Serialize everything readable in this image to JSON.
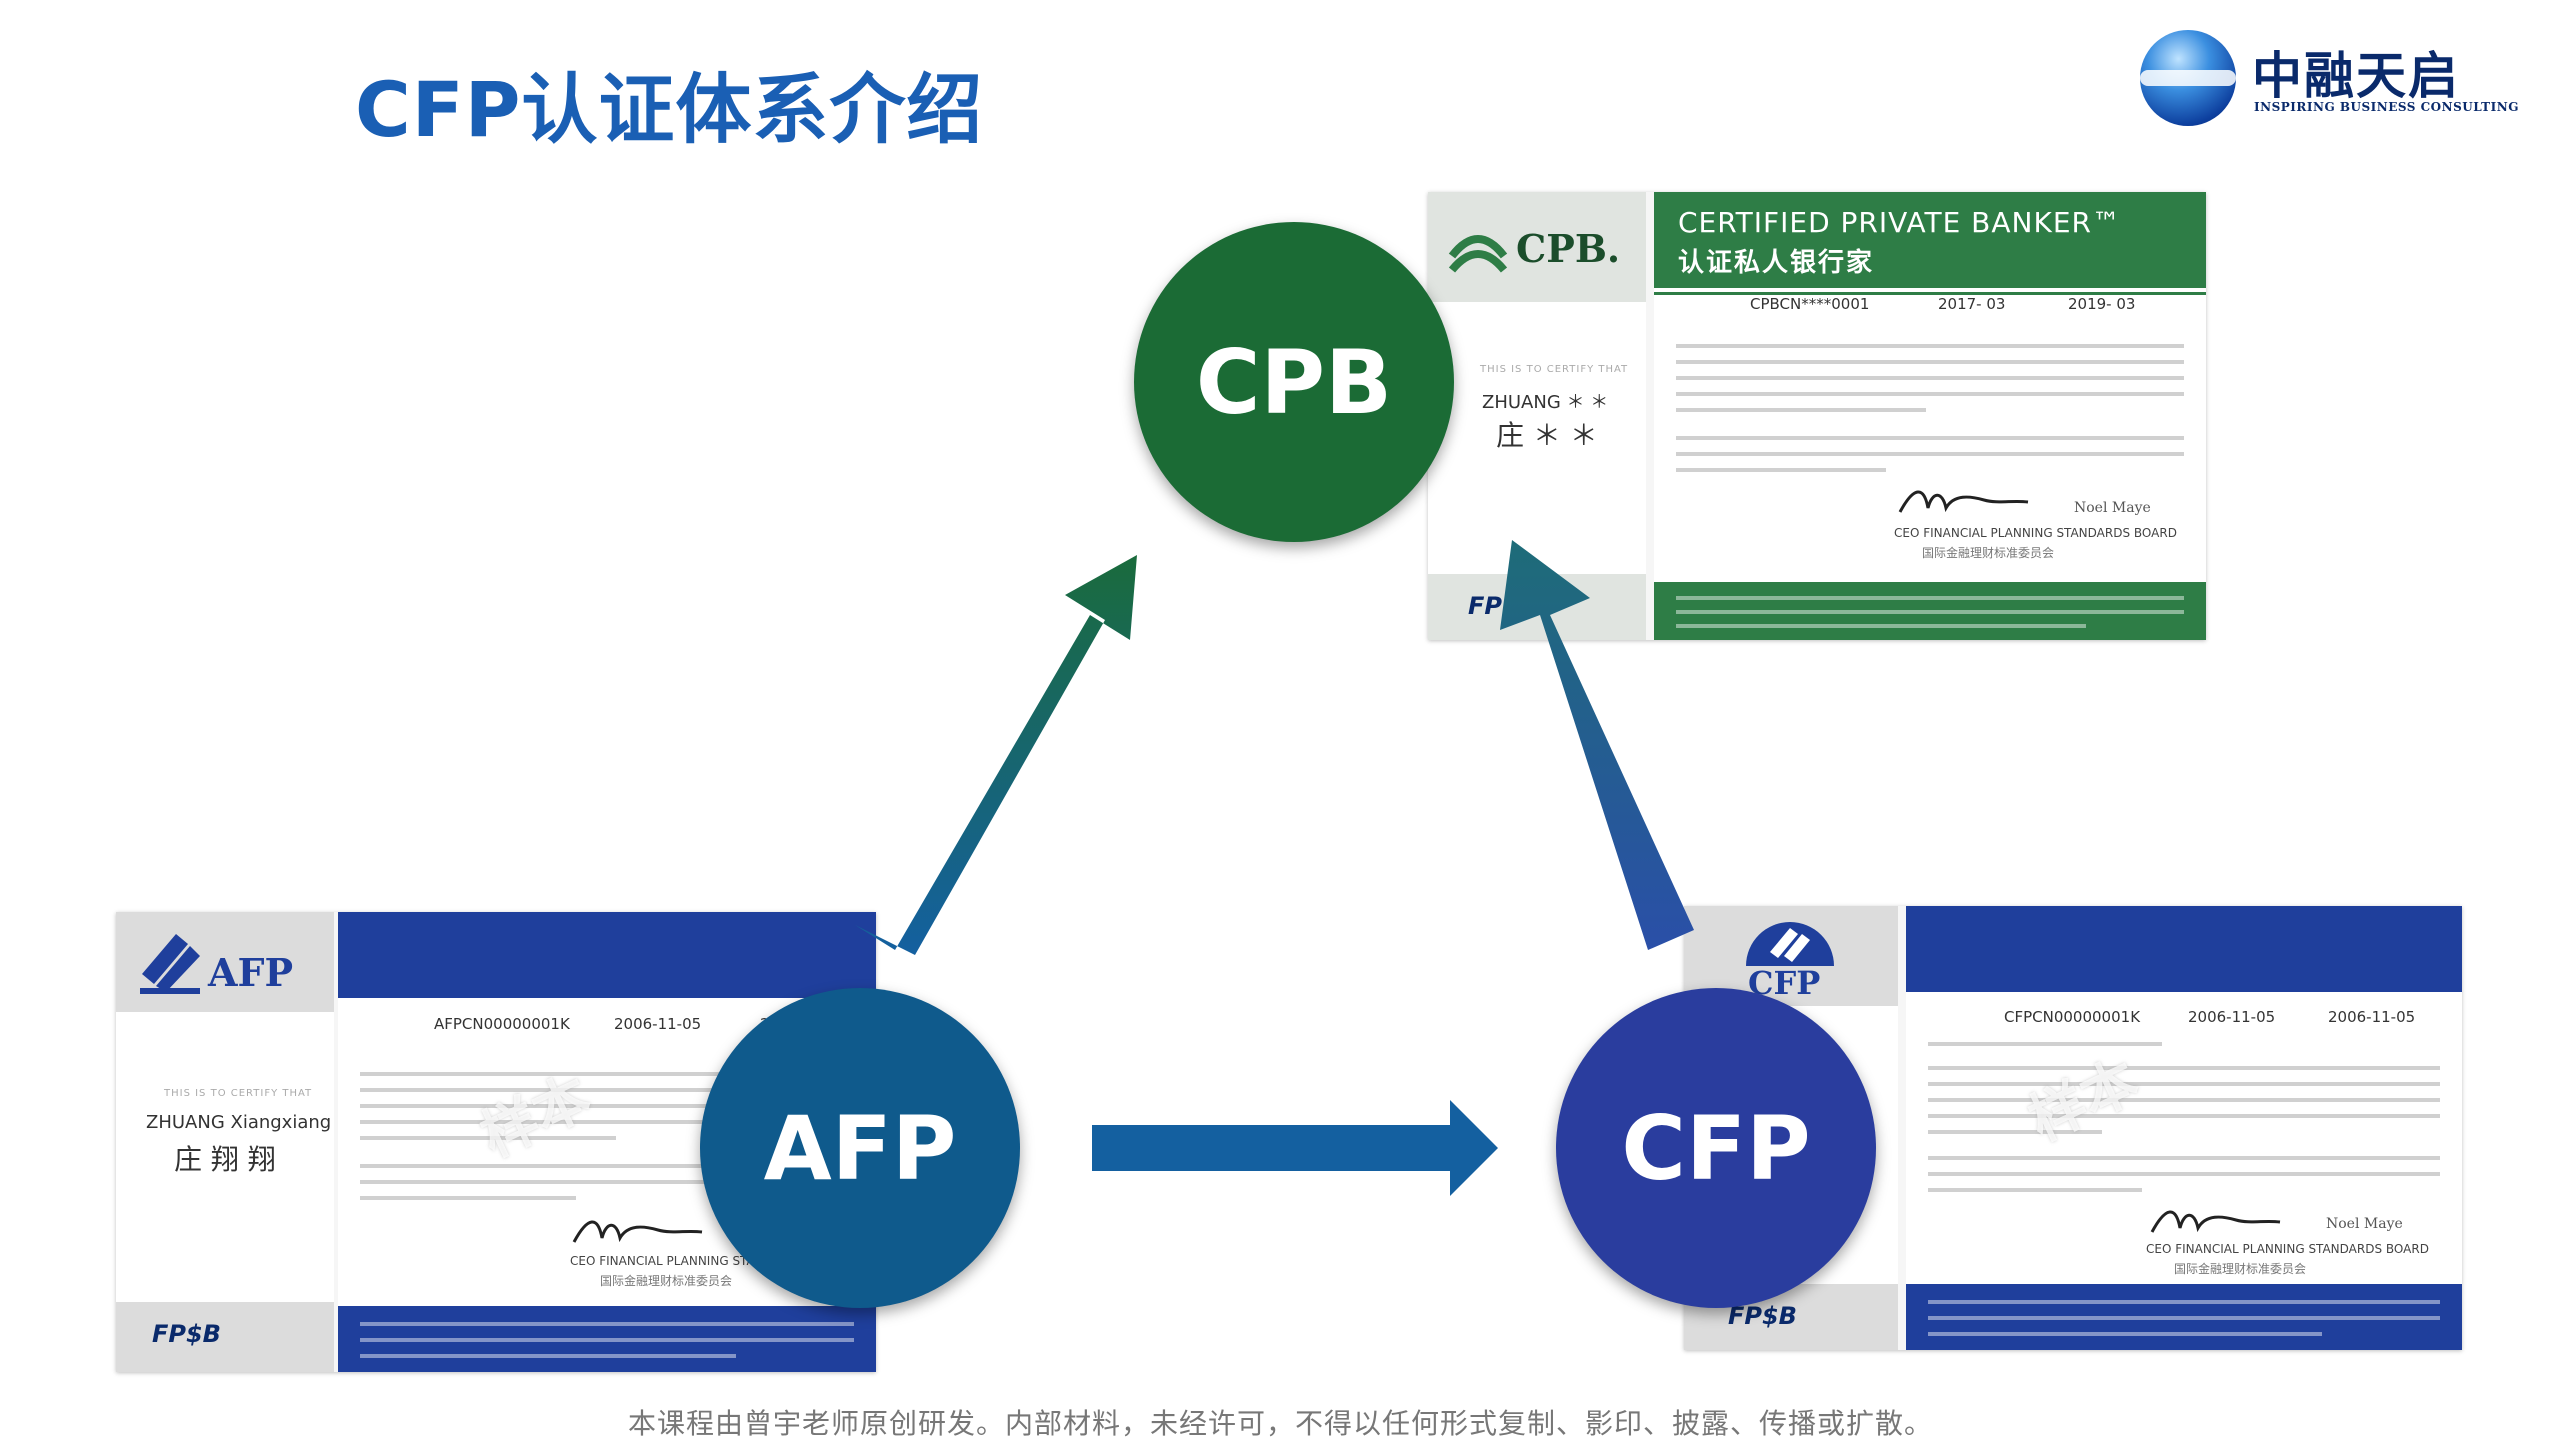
{
  "title": "CFP认证体系介绍",
  "logo": {
    "cn": "中融天启",
    "en": "INSPIRING BUSINESS CONSULTING"
  },
  "nodes": {
    "cpb": "CPB",
    "afp": "AFP",
    "cfp": "CFP"
  },
  "colors": {
    "cpb": "#1b6b35",
    "afp": "#0f5a8c",
    "cfp": "#2a3d9e",
    "title": "#1a5fb4",
    "cpb_cert": "#2e7d46",
    "afp_cert": "#1f3f9c"
  },
  "cpb_cert": {
    "brand": "CPB.",
    "title": "CERTIFIED PRIVATE BANKER™",
    "subtitle": "认证私人银行家",
    "number": "CPBCN****0001",
    "date1": "2017- 03",
    "date2": "2019- 03",
    "name_en": "ZHUANG ＊ ＊",
    "name_cn": "庄 ＊ ＊",
    "certify_line": "THIS IS TO CERTIFY THAT",
    "signer": "Noel Maye",
    "board": "CEO  FINANCIAL PLANNING STANDARDS BOARD",
    "board_cn": "国际金融理财标准委员会",
    "footer_brand": "FP$B"
  },
  "afp_cert": {
    "brand": "AFP",
    "number": "AFPCN00000001K",
    "date1": "2006-11-05",
    "date2": "200",
    "name_en": "ZHUANG Xiangxiang",
    "name_cn": "庄 翔 翔",
    "certify_line": "THIS IS TO CERTIFY THAT",
    "board": "CEO  FINANCIAL PLANNING STANDARDS",
    "board_cn": "国际金融理财标准委员会",
    "footer_brand": "FP$B",
    "watermark": "样本"
  },
  "cfp_cert": {
    "brand": "CFP",
    "number": "CFPCN00000001K",
    "date1": "2006-11-05",
    "date2": "2006-11-05",
    "signer": "Noel Maye",
    "board": "CEO  FINANCIAL PLANNING STANDARDS BOARD",
    "board_cn": "国际金融理财标准委员会",
    "footer_brand": "FP$B",
    "watermark": "样本"
  },
  "disclaimer": "本课程由曾宇老师原创研发。内部材料，未经许可，不得以任何形式复制、影印、披露、传播或扩散。"
}
